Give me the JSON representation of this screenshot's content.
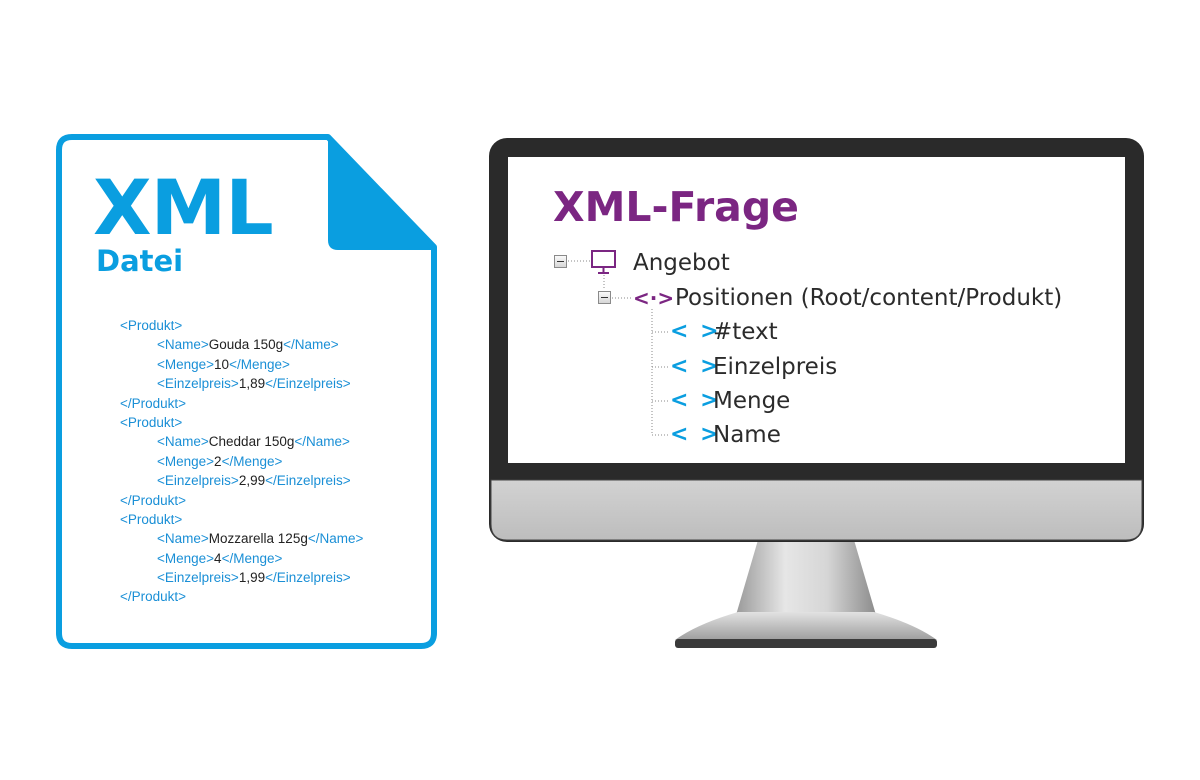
{
  "file": {
    "title": "XML",
    "subtitle": "Datei",
    "code_lines": [
      {
        "indent": false,
        "parts": [
          {
            "t": "tag",
            "v": "<Produkt>"
          }
        ]
      },
      {
        "indent": true,
        "parts": [
          {
            "t": "tag",
            "v": "<Name>"
          },
          {
            "t": "val",
            "v": "Gouda 150g"
          },
          {
            "t": "tag",
            "v": "</Name>"
          }
        ]
      },
      {
        "indent": true,
        "parts": [
          {
            "t": "tag",
            "v": "<Menge>"
          },
          {
            "t": "val",
            "v": "10"
          },
          {
            "t": "tag",
            "v": "</Menge>"
          }
        ]
      },
      {
        "indent": true,
        "parts": [
          {
            "t": "tag",
            "v": "<Einzelpreis>"
          },
          {
            "t": "val",
            "v": "1,89"
          },
          {
            "t": "tag",
            "v": "</Einzelpreis>"
          }
        ]
      },
      {
        "indent": false,
        "parts": [
          {
            "t": "tag",
            "v": "</Produkt>"
          }
        ]
      },
      {
        "indent": false,
        "parts": [
          {
            "t": "tag",
            "v": "<Produkt>"
          }
        ]
      },
      {
        "indent": true,
        "parts": [
          {
            "t": "tag",
            "v": "<Name>"
          },
          {
            "t": "val",
            "v": "Cheddar 150g"
          },
          {
            "t": "tag",
            "v": "</Name>"
          }
        ]
      },
      {
        "indent": true,
        "parts": [
          {
            "t": "tag",
            "v": "<Menge>"
          },
          {
            "t": "val",
            "v": "2"
          },
          {
            "t": "tag",
            "v": "</Menge>"
          }
        ]
      },
      {
        "indent": true,
        "parts": [
          {
            "t": "tag",
            "v": "<Einzelpreis>"
          },
          {
            "t": "val",
            "v": "2,99"
          },
          {
            "t": "tag",
            "v": "</Einzelpreis>"
          }
        ]
      },
      {
        "indent": false,
        "parts": [
          {
            "t": "tag",
            "v": "</Produkt>"
          }
        ]
      },
      {
        "indent": false,
        "parts": [
          {
            "t": "tag",
            "v": "<Produkt>"
          }
        ]
      },
      {
        "indent": true,
        "parts": [
          {
            "t": "tag",
            "v": "<Name>"
          },
          {
            "t": "val",
            "v": "Mozzarella 125g"
          },
          {
            "t": "tag",
            "v": "</Name>"
          }
        ]
      },
      {
        "indent": true,
        "parts": [
          {
            "t": "tag",
            "v": "<Menge>"
          },
          {
            "t": "val",
            "v": "4"
          },
          {
            "t": "tag",
            "v": "</Menge>"
          }
        ]
      },
      {
        "indent": true,
        "parts": [
          {
            "t": "tag",
            "v": "<Einzelpreis>"
          },
          {
            "t": "val",
            "v": "1,99"
          },
          {
            "t": "tag",
            "v": "</Einzelpreis>"
          }
        ]
      },
      {
        "indent": false,
        "parts": [
          {
            "t": "tag",
            "v": "</Produkt>"
          }
        ]
      }
    ]
  },
  "screen": {
    "title": "XML-Frage",
    "tree": {
      "root": {
        "label": "Angebot",
        "icon": "monitor-icon"
      },
      "node": {
        "label": "Positionen (Root/content/Produkt)",
        "icon": "angle-dot-icon",
        "icon_glyph": "<·>"
      },
      "leaf_icon_glyph": "< >",
      "leaves": [
        {
          "label": "#text"
        },
        {
          "label": "Einzelpreis"
        },
        {
          "label": "Menge"
        },
        {
          "label": "Name"
        }
      ]
    }
  },
  "colors": {
    "file_blue": "#0a9ee0",
    "tag_blue": "#1a8fd6",
    "title_purple": "#7b2682",
    "monitor_frame": "#2a2a2a",
    "monitor_bezel": "#c8c8c8"
  }
}
